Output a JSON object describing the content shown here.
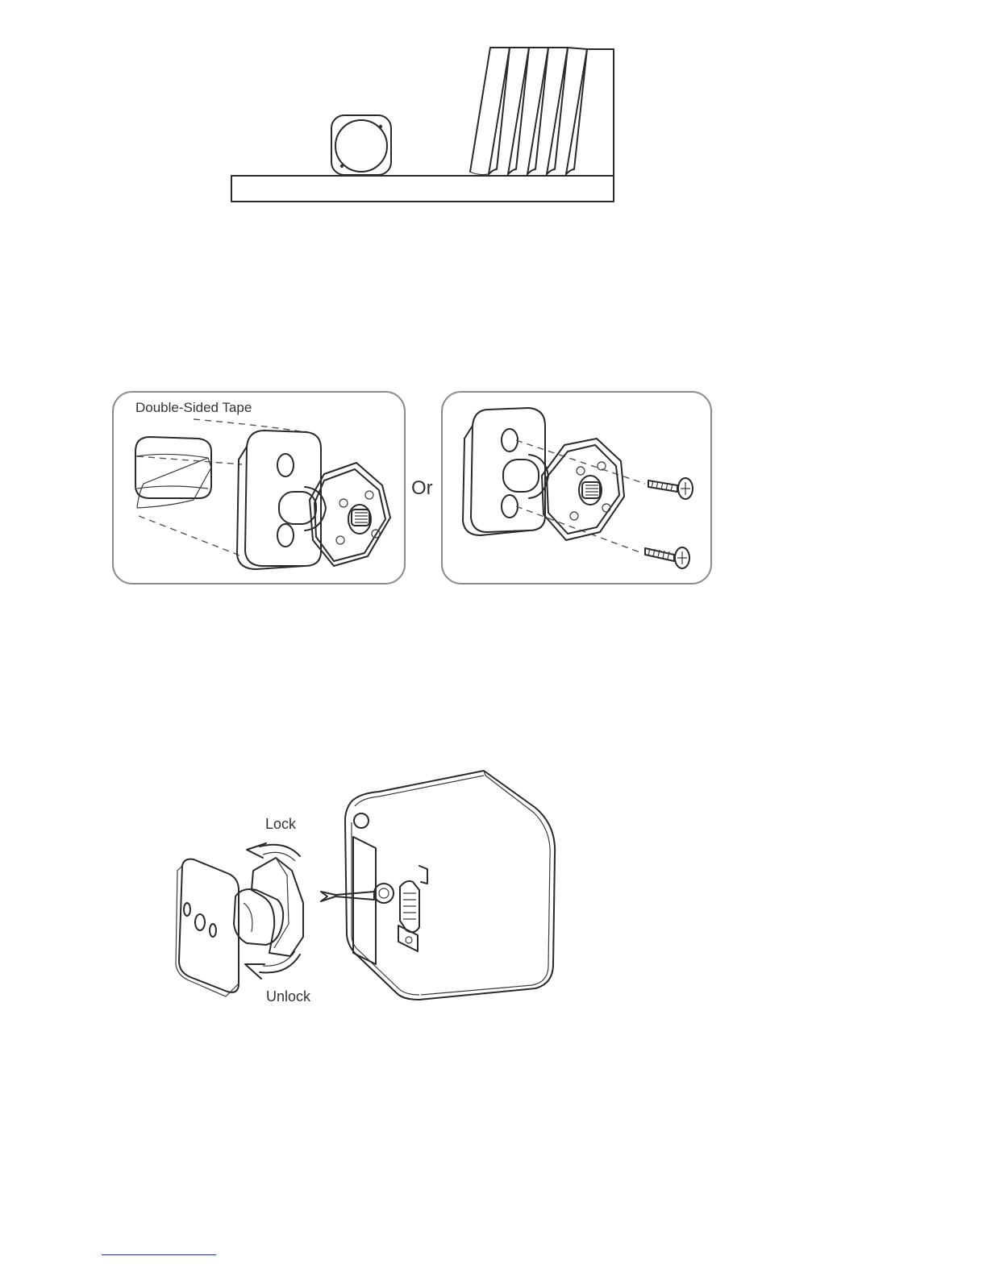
{
  "figure2": {
    "tape_label": "Double-Sided Tape",
    "or_label": "Or"
  },
  "figure3": {
    "lock_label": "Lock",
    "unlock_label": "Unlock"
  }
}
